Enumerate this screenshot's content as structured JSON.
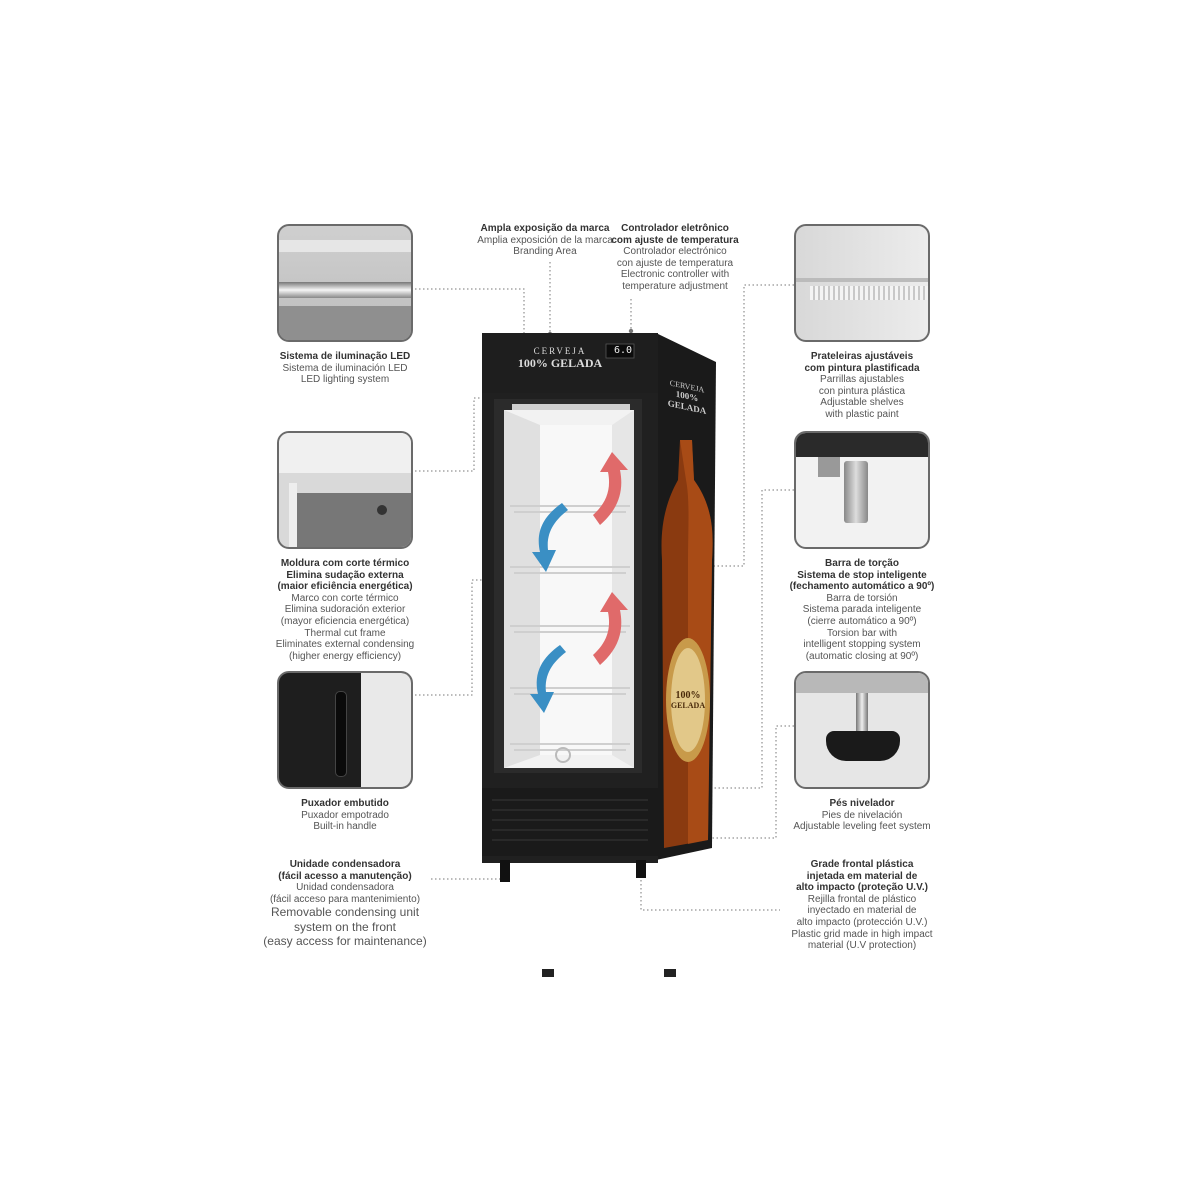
{
  "display_value": "6.0",
  "fridge_text": {
    "top_line1": "CERVEJA",
    "top_line2": "100% GELADA",
    "side_line1": "CERVEJA",
    "side_line2": "100% GELADA",
    "label_line1": "100%",
    "label_line2": "GELADA"
  },
  "callouts": {
    "led": {
      "lines": [
        "Sistema de iluminação LED"
      ],
      "lines2": [
        "Sistema de iluminación LED",
        "LED lighting system"
      ]
    },
    "branding": {
      "lines": [
        "Ampla exposição da marca"
      ],
      "lines2": [
        "Amplia exposición de la marca",
        "Branding Area"
      ]
    },
    "controller": {
      "lines": [
        "Controlador eletrônico",
        "com ajuste de temperatura"
      ],
      "lines2": [
        "Controlador electrónico",
        "con ajuste de temperatura",
        "Electronic controller with",
        "temperature adjustment"
      ]
    },
    "shelves": {
      "lines": [
        "Prateleiras ajustáveis",
        "com pintura plastificada"
      ],
      "lines2": [
        "Parrillas ajustables",
        "con pintura plástica",
        "Adjustable shelves",
        "with plastic paint"
      ]
    },
    "frame": {
      "lines": [
        "Moldura com corte térmico",
        "Elimina sudação externa",
        "(maior eficiência energética)"
      ],
      "lines2": [
        "Marco con corte térmico",
        "Elimina sudoración exterior",
        "(mayor eficiencia energética)",
        "Thermal cut frame",
        "Eliminates external condensing",
        "(higher energy efficiency)"
      ]
    },
    "torsion": {
      "lines": [
        "Barra de torção",
        "Sistema de stop inteligente",
        "(fechamento automático a 90º)"
      ],
      "lines2": [
        "Barra de torsión",
        "Sistema parada inteligente",
        "(cierre automático a 90º)",
        "Torsion bar with",
        "intelligent stopping system",
        "(automatic closing at 90º)"
      ]
    },
    "handle": {
      "lines": [
        "Puxador embutido"
      ],
      "lines2": [
        "Puxador empotrado",
        "Built-in handle"
      ]
    },
    "feet": {
      "lines": [
        "Pés nivelador"
      ],
      "lines2": [
        "Pies de nivelación",
        "Adjustable leveling feet system"
      ]
    },
    "condenser": {
      "lines": [
        "Unidade condensadora",
        "(fácil acesso a manutenção)"
      ],
      "lines2": [
        "Unidad condensadora",
        "(fácil acceso para mantenimiento)"
      ],
      "lines3": [
        "Removable condensing unit",
        "system on the front",
        "(easy access for maintenance)"
      ]
    },
    "grid": {
      "lines": [
        "Grade frontal plástica",
        "injetada em material de",
        "alto impacto (proteção U.V.)"
      ],
      "lines2": [
        "Rejilla frontal de plástico",
        "inyectado en material de",
        "alto impacto (protección U.V.)",
        "Plastic grid made in high impact",
        "material (U.V protection)"
      ]
    }
  },
  "colors": {
    "fridge_body": "#1c1c1c",
    "arrow_blue": "#3a8fc4",
    "arrow_red": "#e06a6a",
    "photo_border": "#6a6a6a"
  }
}
